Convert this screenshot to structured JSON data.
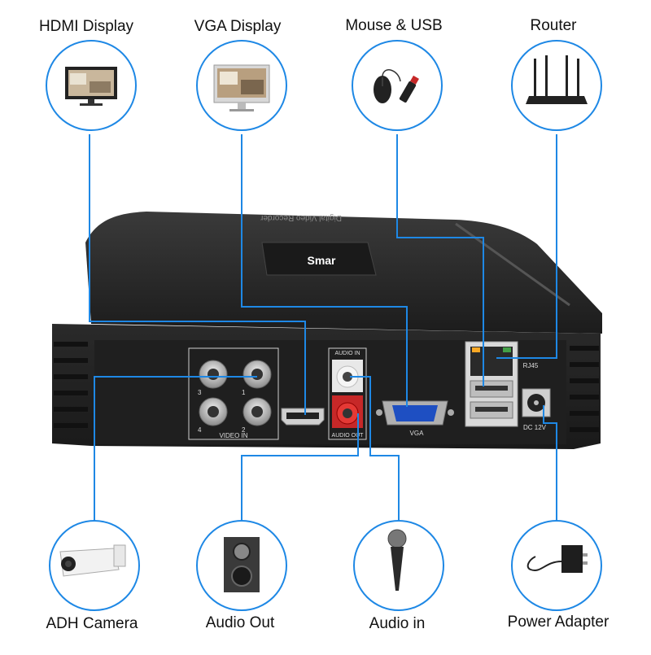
{
  "labels": {
    "hdmi_display": "HDMI Display",
    "vga_display": "VGA Display",
    "mouse_usb": "Mouse & USB",
    "router": "Router",
    "adh_camera": "ADH Camera",
    "audio_out": "Audio Out",
    "audio_in": "Audio in",
    "power_adapter": "Power Adapter"
  },
  "device": {
    "brand": "Smar",
    "model_text": "Digital Video Recorder",
    "ports": {
      "video_in": "VIDEO   IN",
      "audio_in": "AUDIO   IN",
      "audio_out": "AUDIO OUT",
      "vga": "VGA",
      "rj45": "RJ45",
      "dc": "DC   12V",
      "bnc_1": "1",
      "bnc_2": "2",
      "bnc_3": "3",
      "bnc_4": "4"
    }
  },
  "colors": {
    "connector_line": "#1e88e5",
    "circle_border": "#1e88e5",
    "device_body": "#2b2b2b"
  },
  "icons": [
    "tv-icon",
    "monitor-icon",
    "mouse-icon",
    "usb-drive-icon",
    "router-icon",
    "camera-icon",
    "speaker-icon",
    "microphone-icon",
    "power-adapter-icon"
  ]
}
